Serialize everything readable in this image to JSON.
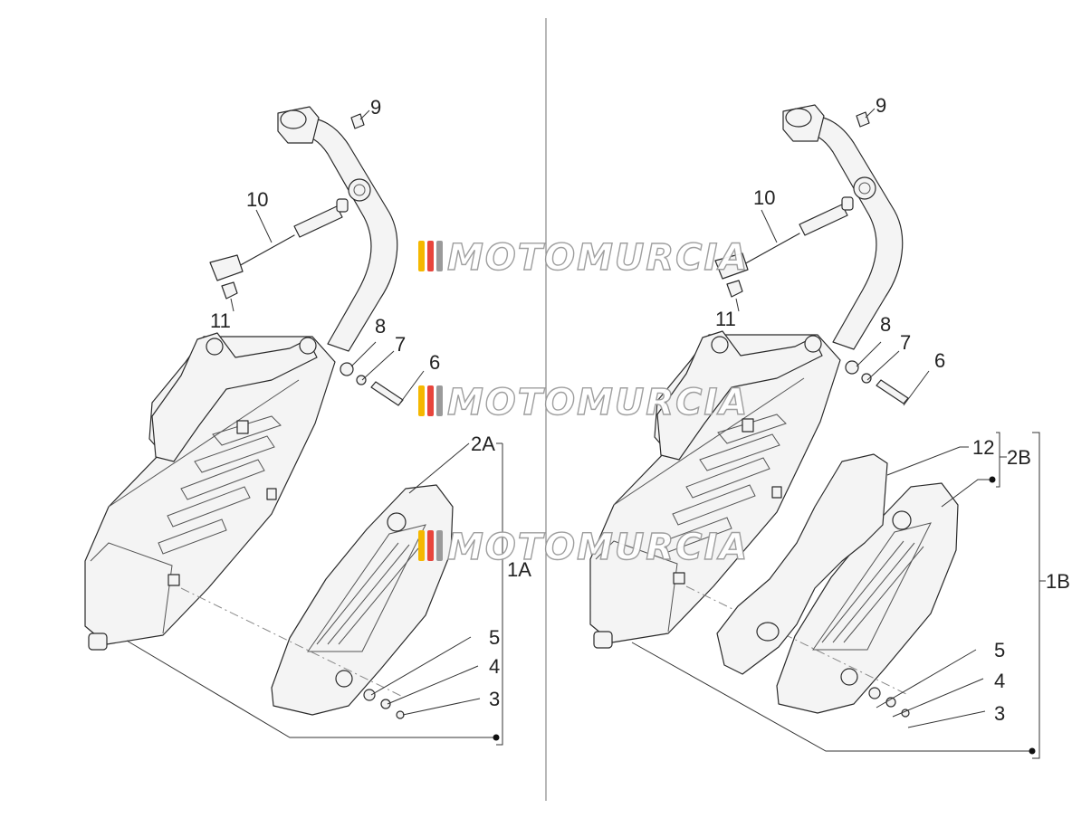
{
  "watermark": {
    "text": "MOTOMURCIA",
    "stripe_colors": [
      "#f5b800",
      "#e8453c",
      "#9a9a9a"
    ]
  },
  "left_view": {
    "callouts": [
      "9",
      "10",
      "11",
      "8",
      "7",
      "6",
      "2A",
      "1A",
      "5",
      "4",
      "3"
    ]
  },
  "right_view": {
    "callouts": [
      "9",
      "10",
      "11",
      "8",
      "7",
      "6",
      "12",
      "2B",
      "1B",
      "5",
      "4",
      "3"
    ]
  }
}
